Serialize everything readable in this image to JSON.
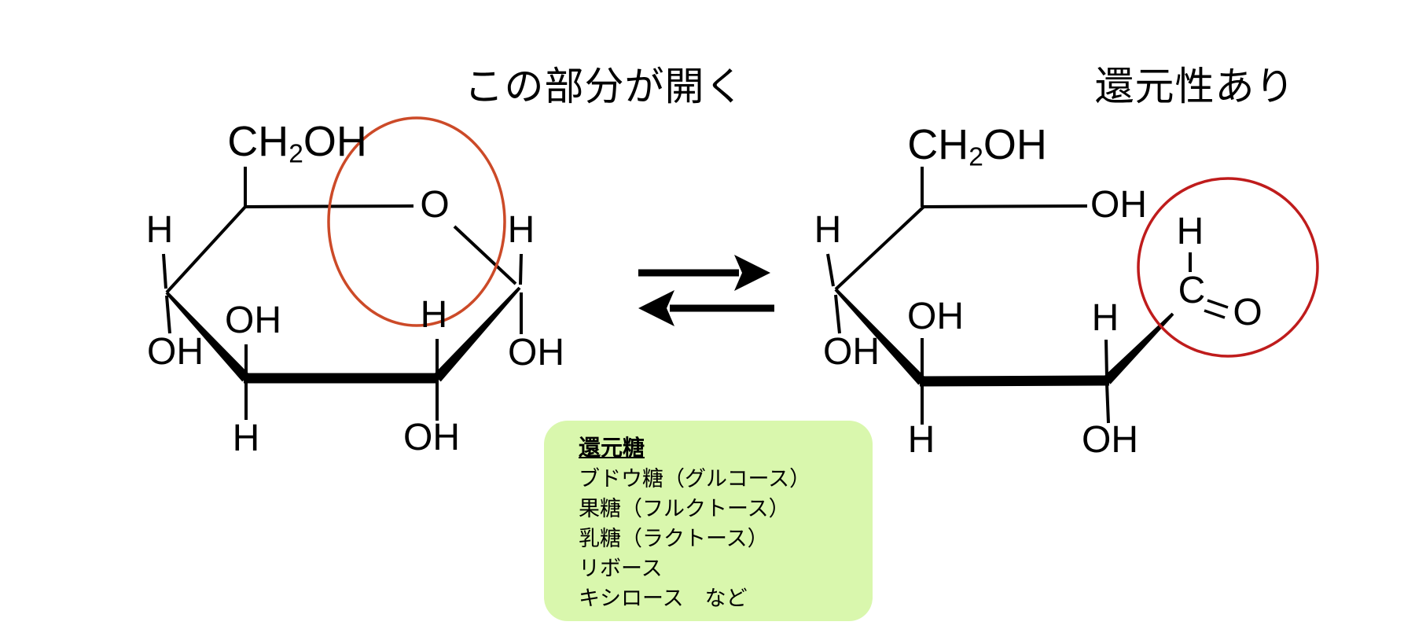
{
  "annotations": {
    "ring_open_label": "この部分が開く",
    "reducing_label": "還元性あり"
  },
  "formula_ch2oh": {
    "pre": "CH",
    "sub": "2",
    "post": "OH"
  },
  "left_molecule": {
    "ring_oxygen": "O",
    "c1_h_top": "H",
    "c1_oh_bottom": "OH",
    "c2_h_top": "H",
    "c2_oh_bottom": "OH",
    "c3_oh_top": "OH",
    "c3_h_bottom": "H",
    "c4_h_top": "H",
    "c4_oh_bottom": "OH"
  },
  "right_molecule": {
    "c5_oh_ring_opened": "OH",
    "c4_h_top": "H",
    "c4_oh_bottom": "OH",
    "c3_oh_top": "OH",
    "c3_h_bottom": "H",
    "c2_h_top": "H",
    "c2_oh_bottom": "OH",
    "aldehyde_h": "H",
    "aldehyde_c": "C",
    "aldehyde_o": "O"
  },
  "info_box": {
    "heading": "還元糖",
    "items": [
      "ブドウ糖（グルコース）",
      "果糖（フルクトース）",
      "乳糖（ラクトース）",
      "リボース",
      "キシロース　など"
    ]
  },
  "colors": {
    "ink": "#000000",
    "left_circle_stroke": "#cc4a28",
    "right_circle_stroke": "#bf1c1c",
    "info_box_bg": "#d9f7ad"
  }
}
